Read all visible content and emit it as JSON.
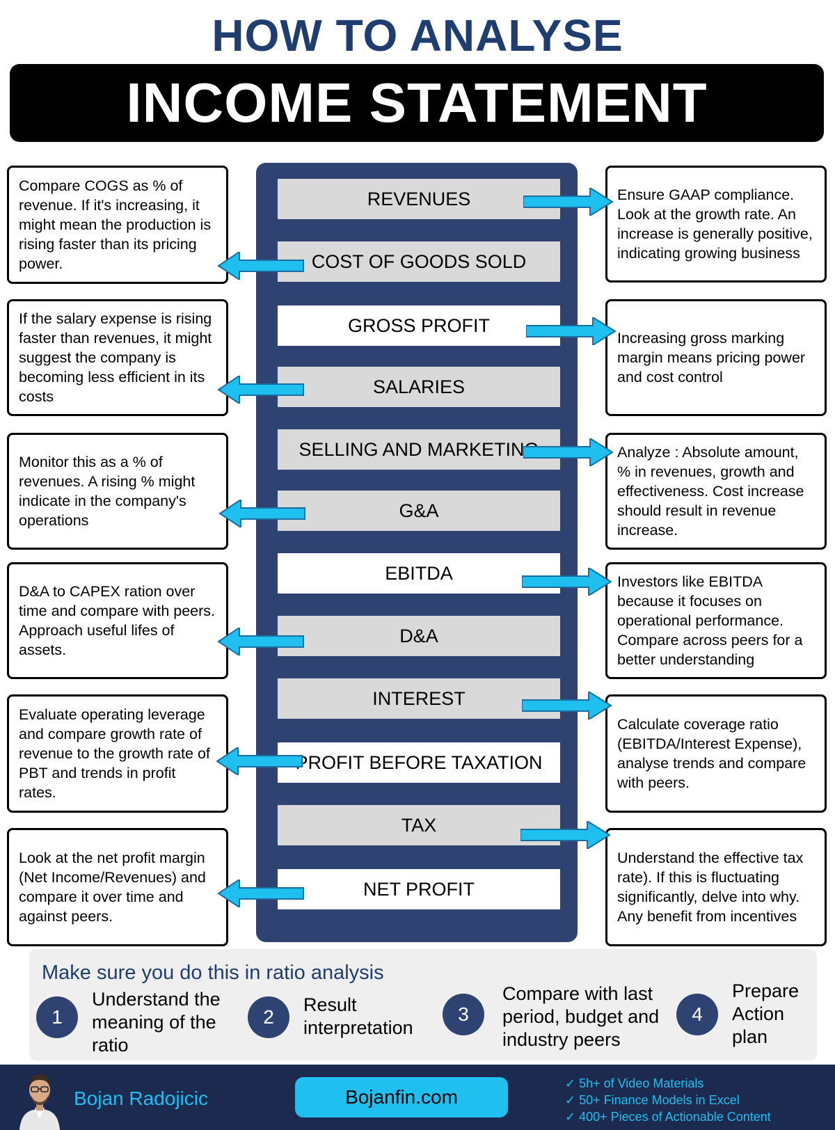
{
  "title": {
    "line1": "HOW TO ANALYSE",
    "line2": "INCOME STATEMENT"
  },
  "statement_rows": [
    "REVENUES",
    "COST OF GOODS SOLD",
    "GROSS PROFIT",
    "SALARIES",
    "SELLING AND MARKETING",
    "G&A",
    "EBITDA",
    "D&A",
    "INTEREST",
    "PROFIT BEFORE TAXATION",
    "TAX",
    "NET PROFIT"
  ],
  "left_notes": [
    "Compare COGS as % of revenue. If it's increasing, it might mean the production is rising faster than its pricing power.",
    "If the salary expense is rising faster than revenues, it might suggest the company is becoming less efficient in its costs",
    "Monitor this as a % of revenues. A rising % might indicate in the company's operations",
    "D&A to CAPEX ration over time and compare with peers. Approach useful lifes of assets.",
    "Evaluate operating leverage and compare growth rate of revenue to the growth rate of PBT and trends in profit rates.",
    "Look at the net profit margin (Net Income/Revenues) and compare it over time and against peers."
  ],
  "right_notes": [
    "Ensure GAAP compliance. Look at the growth rate. An increase is generally positive, indicating growing business",
    "Increasing gross marking margin means pricing power and cost control",
    "Analyze : Absolute amount, % in revenues, growth and effectiveness. Cost increase should result in revenue increase.",
    "Investors like EBITDA because it focuses on operational performance. Compare across peers for a better understanding",
    "Calculate coverage ratio (EBITDA/Interest Expense), analyse trends and compare with peers.",
    "Understand the effective tax rate). If this is fluctuating significantly, delve into why. Any benefit from incentives"
  ],
  "ratio_section": {
    "title": "Make sure you do this in ratio analysis",
    "steps": [
      {
        "num": "1",
        "text": "Understand the meaning of the ratio"
      },
      {
        "num": "2",
        "text": "Result interpretation"
      },
      {
        "num": "3",
        "text": "Compare with last period, budget and industry peers"
      },
      {
        "num": "4",
        "text": "Prepare Action plan"
      }
    ]
  },
  "footer": {
    "author": "Bojan Radojicic",
    "site": "Bojanfin.com",
    "features": [
      "✓ 5h+ of Video Materials",
      "✓ 50+ Finance Models in Excel",
      "✓ 400+ Pieces of Actionable Content"
    ]
  },
  "colors": {
    "navy": "#2e4371",
    "title_blue": "#1f3d6e",
    "arrow_cyan": "#1fbff0",
    "row_grey": "#d9d9d9",
    "footer_bg": "#1b2a4e"
  },
  "icons": {
    "right_arrow": "arrow-right-icon",
    "left_arrow": "arrow-left-icon",
    "avatar": "author-avatar-icon"
  }
}
